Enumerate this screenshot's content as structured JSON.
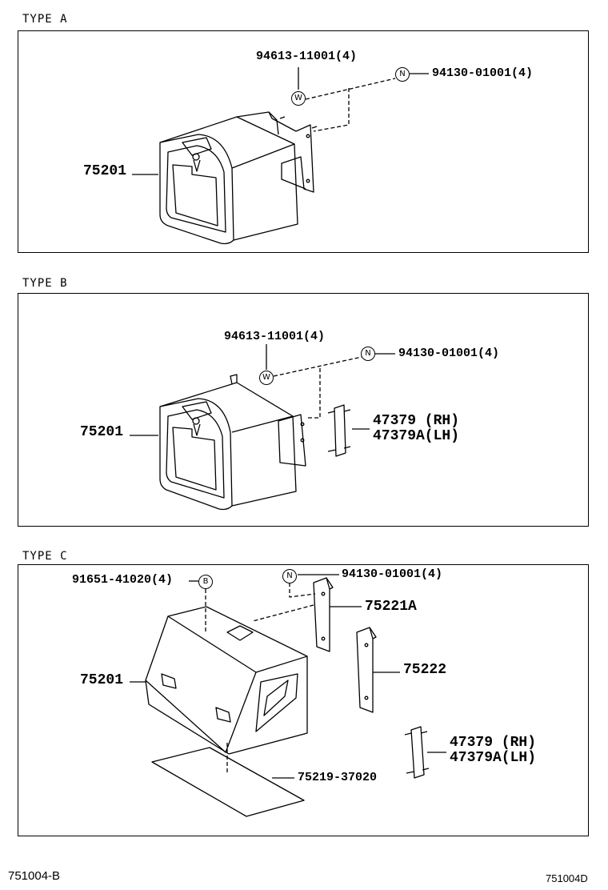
{
  "sections": [
    {
      "title": "TYPE A",
      "labels": {
        "part_75201": "75201",
        "part_94613": "94613-11001(4)",
        "part_94130": "94130-01001(4)"
      },
      "symbols": {
        "w": "W",
        "n": "N"
      }
    },
    {
      "title": "TYPE B",
      "labels": {
        "part_75201": "75201",
        "part_94613": "94613-11001(4)",
        "part_94130": "94130-01001(4)",
        "part_47379": "47379 (RH)",
        "part_47379A": "47379A(LH)"
      },
      "symbols": {
        "w": "W",
        "n": "N"
      }
    },
    {
      "title": "TYPE C",
      "labels": {
        "part_91651": "91651-41020(4)",
        "part_94130": "94130-01001(4)",
        "part_75221A": "75221A",
        "part_75222": "75222",
        "part_75201": "75201",
        "part_47379": "47379 (RH)",
        "part_47379A": "47379A(LH)",
        "part_75219": "75219-37020"
      },
      "symbols": {
        "b": "B",
        "n": "N"
      }
    }
  ],
  "footer": {
    "left_code": "751004-B",
    "right_code": "751004D"
  }
}
